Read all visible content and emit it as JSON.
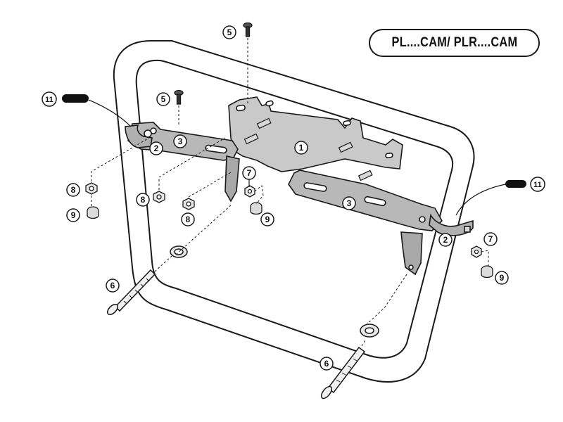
{
  "header": {
    "code_label": "PL....CAM/ PLR....CAM"
  },
  "callouts": [
    {
      "id": "c1",
      "num": "1"
    },
    {
      "id": "c2a",
      "num": "2"
    },
    {
      "id": "c2b",
      "num": "2"
    },
    {
      "id": "c3a",
      "num": "3"
    },
    {
      "id": "c3b",
      "num": "3"
    },
    {
      "id": "c5a",
      "num": "5"
    },
    {
      "id": "c5b",
      "num": "5"
    },
    {
      "id": "c6a",
      "num": "6"
    },
    {
      "id": "c6b",
      "num": "6"
    },
    {
      "id": "c7a",
      "num": "7"
    },
    {
      "id": "c7b",
      "num": "7"
    },
    {
      "id": "c8a",
      "num": "8"
    },
    {
      "id": "c8b",
      "num": "8"
    },
    {
      "id": "c8c",
      "num": "8"
    },
    {
      "id": "c9a",
      "num": "9"
    },
    {
      "id": "c9b",
      "num": "9"
    },
    {
      "id": "c9c",
      "num": "9"
    },
    {
      "id": "c11a",
      "num": "11"
    },
    {
      "id": "c11b",
      "num": "11"
    }
  ],
  "colors": {
    "line": "#1a1a1a",
    "plate": "#c8c8c8",
    "plate_dark": "#9a9a9a",
    "frame": "#ffffff",
    "black_cap": "#111111"
  }
}
